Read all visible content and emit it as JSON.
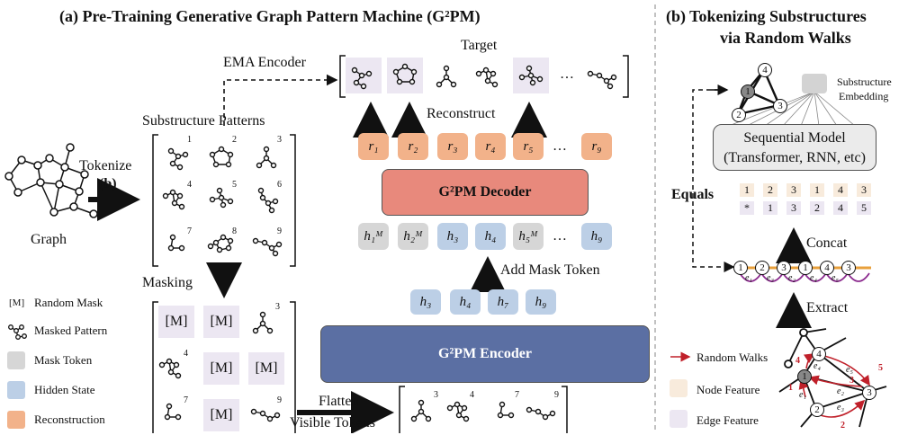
{
  "panel_a": {
    "title": "(a) Pre-Training Generative Graph Pattern Machine (G²PM)",
    "graph_label": "Graph",
    "tokenize_label": "Tokenize",
    "tokenize_ref": "(b)",
    "substructure_label": "Substructure Patterns",
    "masking_label": "Masking",
    "mask_token_text": "[M]",
    "ema_label": "EMA Encoder",
    "target_label": "Target",
    "reconstruct_label": "Reconstruct",
    "ellipsis": "…",
    "decoder_label": "G²PM Decoder",
    "encoder_label": "G²PM Encoder",
    "add_mask_label": "Add Mask Token",
    "flatten_label": "Flatten",
    "visible_label": "Visible Tokens",
    "pattern_numbers": [
      "1",
      "2",
      "3",
      "4",
      "5",
      "6",
      "7",
      "8",
      "9"
    ],
    "r_tokens": [
      "r₁",
      "r₂",
      "r₃",
      "r₄",
      "r₅",
      "r₉"
    ],
    "h_tokens": [
      "h₁ᴹ",
      "h₂ᴹ",
      "h₃",
      "h₄",
      "h₅ᴹ",
      "h₉"
    ],
    "enc_tokens": [
      "h₃",
      "h₄",
      "h₇",
      "h₉"
    ]
  },
  "legend": {
    "random_mask_glyph": "[M]",
    "random_mask": "Random Mask",
    "masked_pattern": "Masked Pattern",
    "mask_token": "Mask Token",
    "hidden_state": "Hidden State",
    "reconstruction": "Reconstruction",
    "random_walks": "Random Walks",
    "node_feature": "Node Feature",
    "edge_feature": "Edge Feature"
  },
  "panel_b": {
    "title_line1": "(b) Tokenizing Substructures",
    "title_line2": "via Random Walks",
    "substructure_embedding_line1": "Substructure",
    "substructure_embedding_line2": "Embedding",
    "sequential_line1": "Sequential Model",
    "sequential_line2": "(Transformer, RNN, etc)",
    "equals_label": "Equals",
    "concat_label": "Concat",
    "extract_label": "Extract",
    "seq_top": [
      "1",
      "2",
      "3",
      "1",
      "4",
      "3"
    ],
    "seq_bottom": [
      "*",
      "1",
      "3",
      "2",
      "4",
      "5"
    ],
    "walk_nodes": [
      "1",
      "2",
      "3",
      "1",
      "4",
      "3"
    ],
    "walk_edges": [
      "e₁",
      "e₃",
      "e₂",
      "e₄",
      "e₅"
    ],
    "tri_nodes": [
      "4",
      "1",
      "2",
      "3"
    ],
    "graph_nodes": [
      "4",
      "1",
      "2",
      "3"
    ],
    "graph_edges": [
      "e₄",
      "e₅",
      "e₁",
      "e₂",
      "e₃"
    ],
    "walk_steps": [
      "1",
      "2",
      "3",
      "4",
      "5"
    ]
  },
  "colors": {
    "reconstruction": "#f2b28a",
    "hidden_state": "#bccfe6",
    "mask_token": "#d6d6d6",
    "decoder": "#e8897c",
    "encoder": "#5b6fa3",
    "node_feature": "#f8ebdc",
    "edge_feature": "#ece7f2",
    "walk_arrow": "#c0202a",
    "walk_arc": "#8b2a8e",
    "walk_path": "#e8a03c"
  }
}
